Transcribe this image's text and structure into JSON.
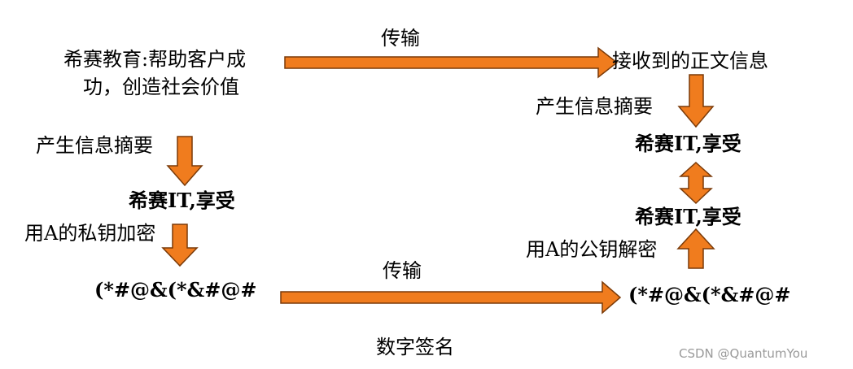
{
  "diagram": {
    "left": {
      "source_text_line1": "希赛教育:帮助客户成",
      "source_text_line2": "功，创造社会价值",
      "step_digest": "产生信息摘要",
      "digest_value": "希赛IT,享受",
      "step_encrypt": "用A的私钥加密",
      "cipher": "(*#@&(*&#@#"
    },
    "right": {
      "received_text": "接收到的正文信息",
      "step_digest": "产生信息摘要",
      "digest_value_computed": "希赛IT,享受",
      "digest_value_decrypted": "希赛IT,享受",
      "step_decrypt": "用A的公钥解密",
      "cipher": "(*#@&(*&#@#"
    },
    "transmit_top": "传输",
    "transmit_bottom": "传输",
    "caption": "数字签名"
  },
  "watermark": "CSDN @QuantumYou",
  "colors": {
    "arrow_fill": "#f07c1e",
    "arrow_stroke": "#7a3a08"
  }
}
